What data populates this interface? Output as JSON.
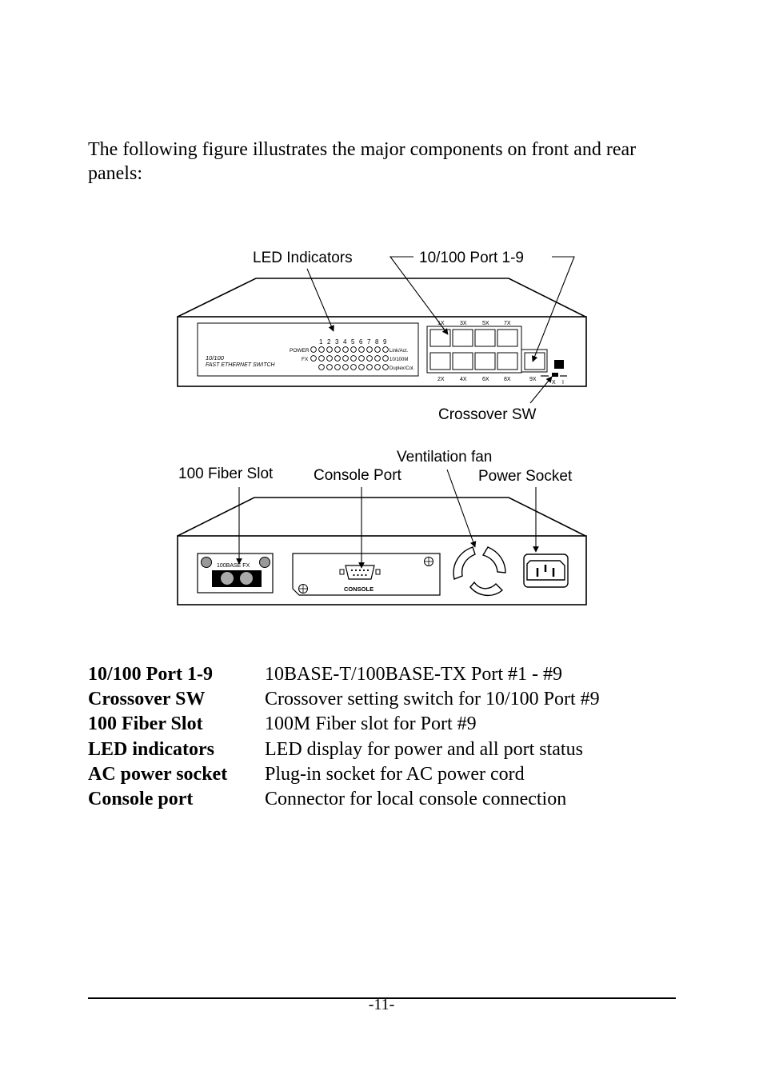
{
  "intro_text": "The following figure illustrates the major components on front and rear panels:",
  "figure": {
    "front_callouts": {
      "led_indicators": "LED Indicators",
      "ports": "10/100 Port 1-9",
      "crossover": "Crossover SW"
    },
    "rear_callouts": {
      "fiber_slot": "100 Fiber Slot",
      "console_port": "Console Port",
      "vent_fan": "Ventilation fan",
      "power_socket": "Power Socket"
    },
    "front_panel": {
      "model": "10/100",
      "name": "FAST ETHERNET SWITCH",
      "led_numbers": [
        "1",
        "2",
        "3",
        "4",
        "5",
        "6",
        "7",
        "8",
        "9"
      ],
      "power_label": "POWER",
      "fx_label": "FX",
      "led_row_labels": [
        "Link/Act.",
        "10/100M",
        "Duplex/Col."
      ],
      "top_port_labels": [
        "1X",
        "3X",
        "5X",
        "7X"
      ],
      "bottom_port_labels": [
        "2X",
        "4X",
        "6X",
        "8X",
        "9X"
      ],
      "switch_labels": [
        "X",
        "I"
      ]
    },
    "rear_panel": {
      "fiber_label": "100BASE FX",
      "console_label": "CONSOLE"
    }
  },
  "definitions": [
    {
      "term": "10/100 Port 1-9",
      "desc": "10BASE-T/100BASE-TX Port #1 - #9"
    },
    {
      "term": "Crossover SW",
      "desc": "Crossover setting switch for 10/100 Port #9"
    },
    {
      "term": "100 Fiber Slot",
      "desc": "100M Fiber slot for Port #9"
    },
    {
      "term": "LED indicators",
      "desc": "LED display for power and all port status"
    },
    {
      "term": "AC power socket",
      "desc": "Plug-in socket for AC power cord"
    },
    {
      "term": "Console port",
      "desc": "Connector for local console connection"
    }
  ],
  "page_number": "-11-"
}
